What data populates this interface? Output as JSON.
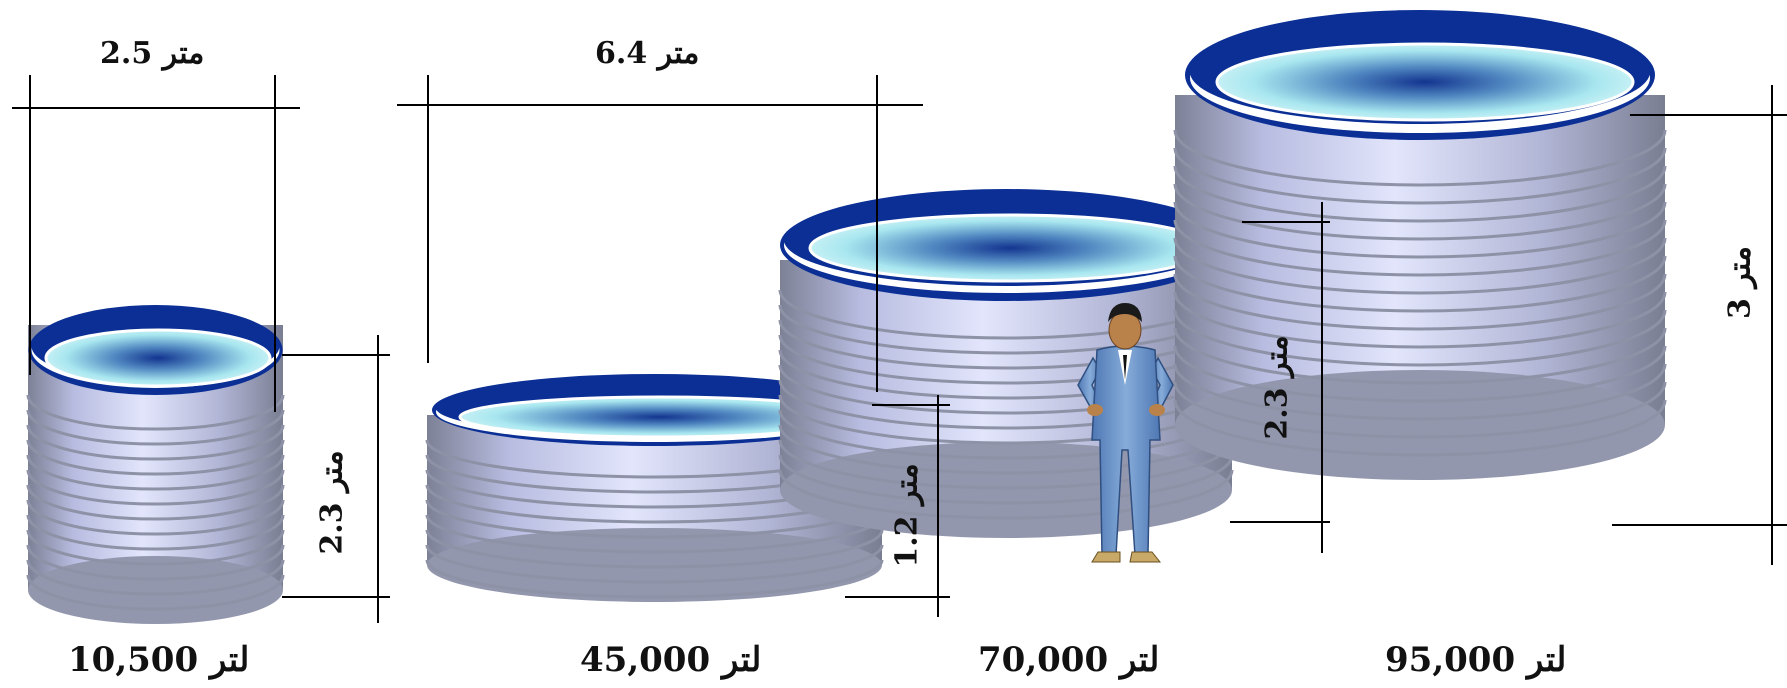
{
  "tanks": [
    {
      "capacity": "10,500 لتر",
      "diameter": "2.5 متر",
      "height": "2.3 متر"
    },
    {
      "capacity": "45,000 لتر",
      "diameter": "6.4 متر",
      "height": "1.2 متر"
    },
    {
      "capacity": "70,000 لتر",
      "height": "2.3 متر"
    },
    {
      "capacity": "95,000 لتر",
      "height": "3 متر"
    }
  ],
  "colors": {
    "rim_blue": "#0b2f95",
    "water_center": "#1b3f9a",
    "water_edge": "#c9f3f6",
    "wall_light": "#d8dcf8",
    "wall_dark": "#8f93a8",
    "figure_suit": "#6f9bd0"
  },
  "icons": {
    "person": "man-in-blue-overalls-figure"
  }
}
